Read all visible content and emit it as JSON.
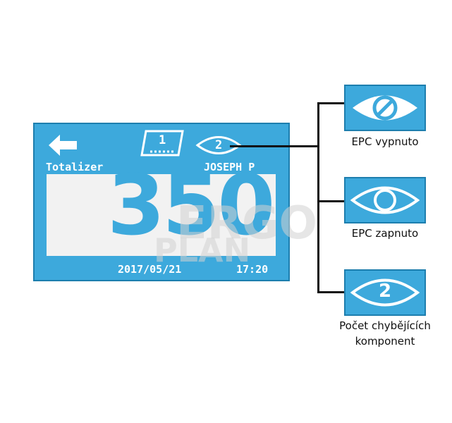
{
  "display": {
    "back_icon": "back-arrow-icon",
    "station_number": "1",
    "missing_components": "2",
    "mode_label": "Totalizer",
    "operator": "JOSEPH P",
    "value": "350",
    "date": "2017/05/21",
    "time": "17:20"
  },
  "watermark": {
    "line1": "ERGO",
    "line2": "PLAN"
  },
  "legend": {
    "items": [
      {
        "icon": "eye-crossed-icon",
        "label": "EPC vypnuto"
      },
      {
        "icon": "eye-open-icon",
        "label": "EPC zapnuto"
      },
      {
        "icon": "eye-number-icon",
        "value": "2",
        "label_line1": "Počet chybějících",
        "label_line2": "komponent"
      }
    ]
  },
  "colors": {
    "lcd_background": "#3da9dc",
    "lcd_border": "#1d7eae",
    "screen_background": "#f2f2f2",
    "text": "#111111"
  }
}
